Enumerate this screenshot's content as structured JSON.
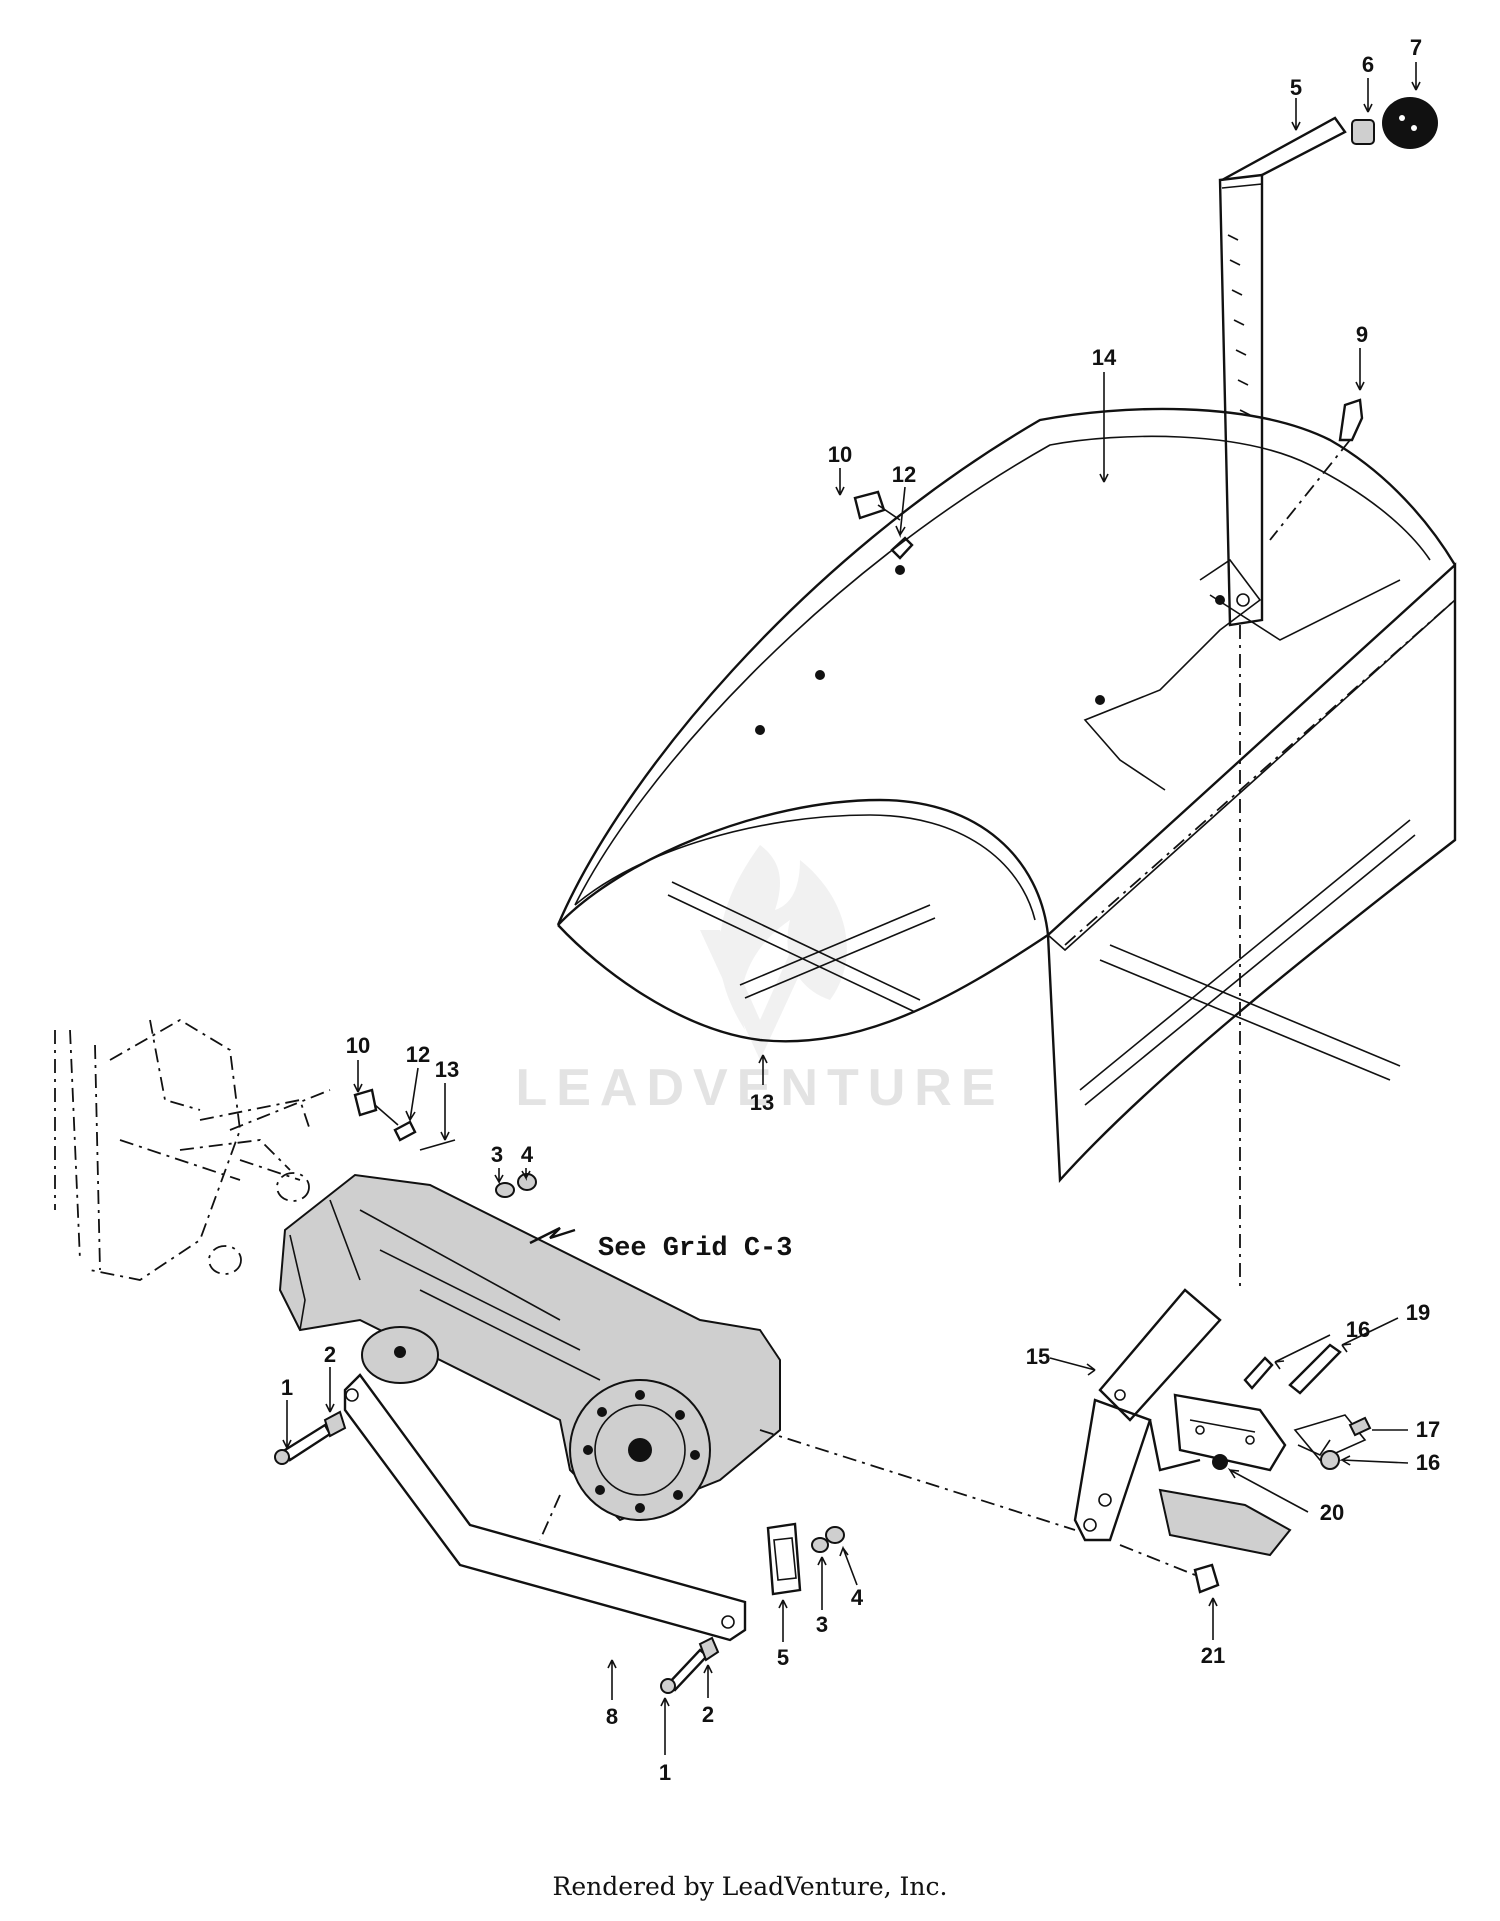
{
  "callouts": {
    "c1a": "1",
    "c2a": "2",
    "c3a": "3",
    "c4a": "4",
    "c1b": "1",
    "c2b": "2",
    "c3b": "3",
    "c4b": "4",
    "c5a": "5",
    "c5b": "5",
    "c6": "6",
    "c7": "7",
    "c8": "8",
    "c9": "9",
    "c10a": "10",
    "c10b": "10",
    "c12a": "12",
    "c12b": "12",
    "c13a": "13",
    "c13b": "13",
    "c14": "14",
    "c15": "15",
    "c16a": "16",
    "c16b": "16",
    "c17": "17",
    "c19": "19",
    "c20": "20",
    "c21": "21"
  },
  "grid_reference": "See Grid C-3",
  "watermark": "LEADVENTURE",
  "footer": "Rendered by LeadVenture, Inc."
}
